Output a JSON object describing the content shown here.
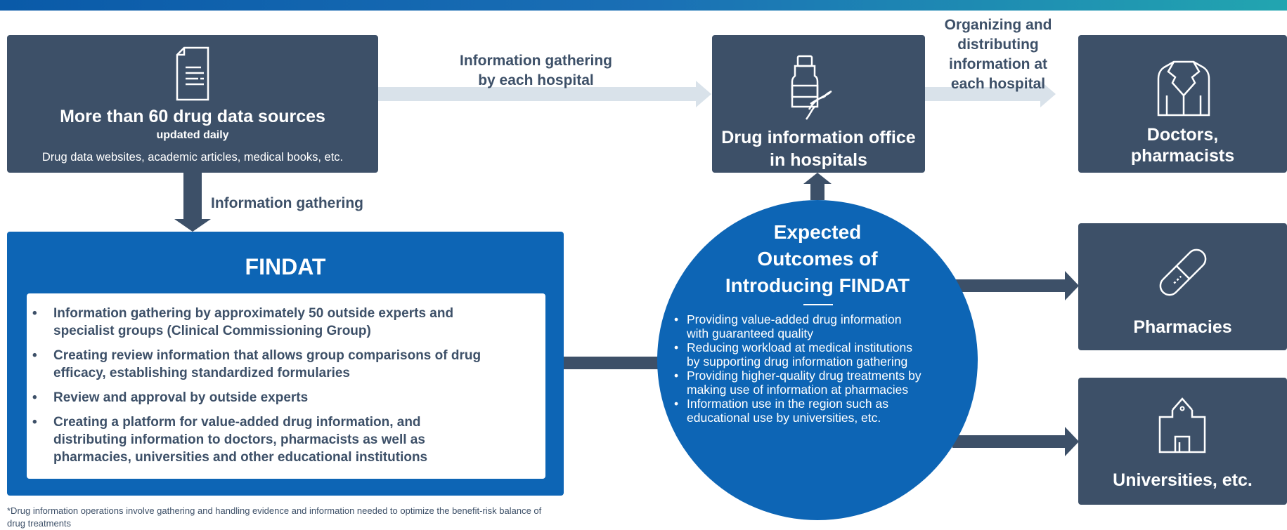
{
  "sources": {
    "title": "More than 60 drug data sources",
    "subtitle": "updated daily",
    "description": "Drug data websites, academic articles, medical books, etc."
  },
  "arrows": {
    "gathering_each_hospital_line1": "Information gathering",
    "gathering_each_hospital_line2": "by each hospital",
    "information_gathering": "Information gathering",
    "organizing_line1": "Organizing and",
    "organizing_line2": "distributing",
    "organizing_line3": "information at",
    "organizing_line4": "each hospital"
  },
  "office": {
    "line1": "Drug information office",
    "line2": "in hospitals"
  },
  "doctors": {
    "line1": "Doctors,",
    "line2": "pharmacists"
  },
  "pharmacies": {
    "label": "Pharmacies"
  },
  "universities": {
    "label": "Universities, etc."
  },
  "findat": {
    "title": "FINDAT",
    "items": [
      {
        "line1": "Information gathering by approximately 50 outside experts and",
        "line2": "specialist groups (Clinical Commissioning Group)"
      },
      {
        "line1": "Creating review information that allows group comparisons of drug",
        "line2": "efficacy, establishing standardized formularies"
      },
      {
        "line1": "Review and approval by outside experts"
      },
      {
        "line1": "Creating a platform for value-added drug information, and",
        "line2": "distributing information to doctors, pharmacists as well as",
        "line3": "pharmacies, universities and other educational institutions"
      }
    ]
  },
  "outcomes": {
    "title_line1": "Expected",
    "title_line2": "Outcomes of",
    "title_line3": "Introducing FINDAT",
    "items": [
      {
        "line1": "Providing value-added drug information",
        "line2": "with guaranteed quality"
      },
      {
        "line1": "Reducing workload at medical institutions",
        "line2": "by supporting drug information gathering"
      },
      {
        "line1": "Providing higher-quality drug treatments by",
        "line2": "making use of information at pharmacies"
      },
      {
        "line1": "Information use in the region such as",
        "line2": "educational use  by universities, etc."
      }
    ]
  },
  "footnote": {
    "line1": "*Drug information operations involve gathering and handling evidence and information needed to optimize the benefit-risk balance of",
    "line2": "drug treatments"
  },
  "colors": {
    "dark_box": "#3d5068",
    "blue_box": "#0d65b5",
    "light_arrow": "#d9e2ea",
    "white": "#ffffff"
  }
}
